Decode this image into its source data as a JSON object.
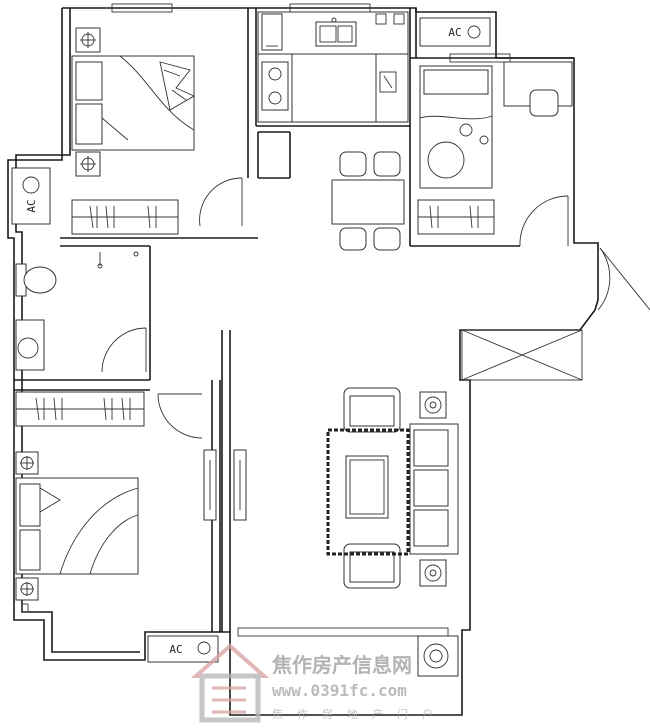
{
  "ac_units": [
    "AC",
    "AC",
    "AC"
  ],
  "watermark": {
    "name": "焦作房产信息网",
    "url": "www.0391fc.com",
    "subtitle": "焦作房地产门户"
  },
  "colors": {
    "line": "#1a1a1a",
    "watermark_red": "#d9a0a0",
    "watermark_gray": "#b4b4b4"
  }
}
